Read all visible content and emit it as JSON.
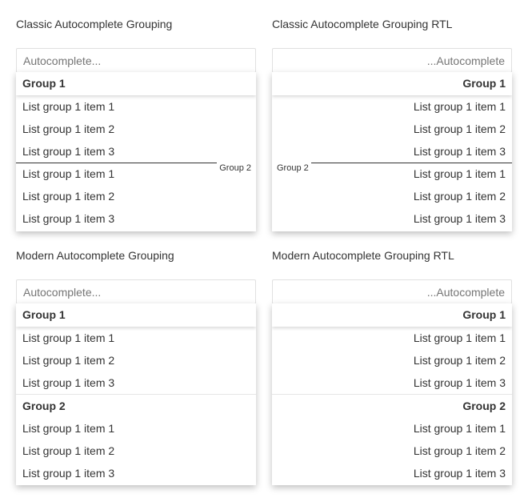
{
  "demos": {
    "classic": {
      "title": "Classic Autocomplete Grouping",
      "placeholder": "Autocomplete...",
      "group1_header": "Group 1",
      "group2_label": "Group 2",
      "group1_items": [
        "List group 1 item 1",
        "List group 1 item 2",
        "List group 1 item 3"
      ],
      "group2_items": [
        "List group 1 item 1",
        "List group 1 item 2",
        "List group 1 item 3"
      ]
    },
    "classic_rtl": {
      "title": "Classic Autocomplete Grouping RTL",
      "placeholder": "...Autocomplete",
      "group1_header": "Group 1",
      "group2_label": "Group 2",
      "group1_items": [
        "List group 1 item 1",
        "List group 1 item 2",
        "List group 1 item 3"
      ],
      "group2_items": [
        "List group 1 item 1",
        "List group 1 item 2",
        "List group 1 item 3"
      ]
    },
    "modern": {
      "title": "Modern Autocomplete Grouping",
      "placeholder": "Autocomplete...",
      "group1_header": "Group 1",
      "group2_header": "Group 2",
      "group1_items": [
        "List group 1 item 1",
        "List group 1 item 2",
        "List group 1 item 3"
      ],
      "group2_items": [
        "List group 1 item 1",
        "List group 1 item 2",
        "List group 1 item 3"
      ]
    },
    "modern_rtl": {
      "title": "Modern Autocomplete Grouping RTL",
      "placeholder": "...Autocomplete",
      "group1_header": "Group 1",
      "group2_header": "Group 2",
      "group1_items": [
        "List group 1 item 1",
        "List group 1 item 2",
        "List group 1 item 3"
      ],
      "group2_items": [
        "List group 1 item 1",
        "List group 1 item 2",
        "List group 1 item 3"
      ]
    }
  },
  "colors": {
    "text": "#333333",
    "placeholder": "#757575",
    "border": "#e0e0e0"
  }
}
